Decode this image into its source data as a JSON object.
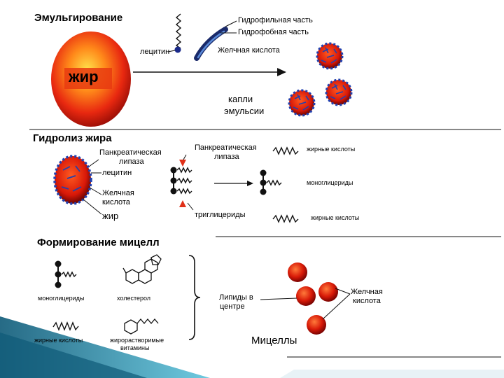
{
  "emulsification": {
    "heading": "Эмульгирование",
    "hydrophilic": "Гидрофильная часть",
    "hydrophobic": "Гидрофобная часть",
    "lecithin": "лецитин",
    "bile_acid": "Желчная кислота",
    "fat": "жир",
    "droplets_line1": "капли",
    "droplets_line2": "эмульсии"
  },
  "hydrolysis": {
    "heading": "Гидролиз жира",
    "lipase1_line1": "Панкреатическая",
    "lipase1_line2": "липаза",
    "lecithin": "лецитин",
    "bile_line1": "Желчная",
    "bile_line2": "кислота",
    "fat": "жир",
    "lipase2_line1": "Панкреатическая",
    "lipase2_line2": "липаза",
    "triglycerides": "триглицериды",
    "fatty_acids_1": "жирные кислоты",
    "monoglycerides": "моноглицериды",
    "fatty_acids_2": "жирные кислоты"
  },
  "micelles": {
    "heading": "Формирование мицелл",
    "monoglycerides": "моноглицериды",
    "cholesterol": "холестерол",
    "fatty_acids": "жирные кислоты",
    "vitamins_line1": "жирорастворимые",
    "vitamins_line2": "витамины",
    "lipids_line1": "Липиды в",
    "lipids_line2": "центре",
    "bile_line1": "Желчная",
    "bile_line2": "кислота",
    "title": "Мицеллы"
  },
  "colors": {
    "red": "#e02010",
    "dark_red": "#7a0a05",
    "blue": "#2040b0",
    "navy": "#1a2a6a",
    "teal": "#1a8aa8"
  }
}
